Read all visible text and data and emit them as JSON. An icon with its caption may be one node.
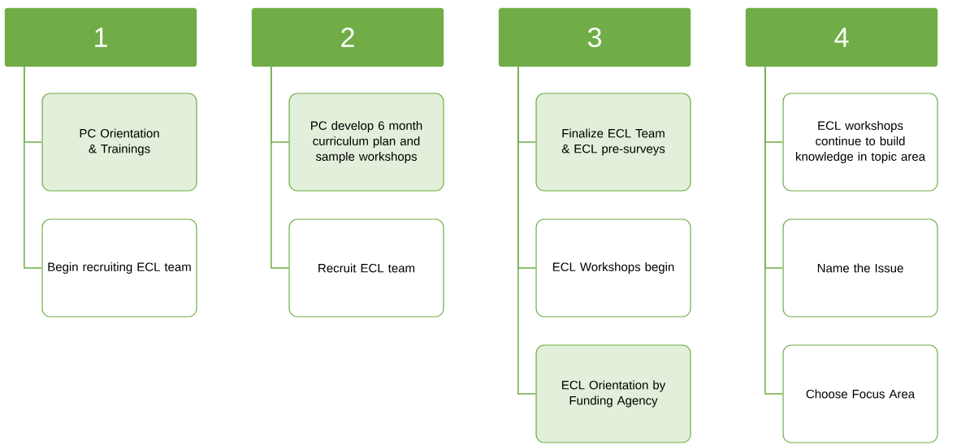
{
  "diagram": {
    "nodes": [
      {
        "text": [
          "1"
        ]
      },
      {
        "text": [
          "PC Orientation & Trainings"
        ]
      },
      {
        "text": [
          "Begin recruiting ECL team"
        ]
      },
      {
        "text": [
          "2"
        ]
      },
      {
        "text": [
          "PC develop 6 month curriculum plan and sample workshops"
        ]
      },
      {
        "text": [
          "Recruit ECL team"
        ]
      },
      {
        "text": [
          "3"
        ]
      },
      {
        "text": [
          "Finalize ECL Team & ECL pre-surveys"
        ]
      },
      {
        "text": [
          "ECL Workshops begin"
        ]
      },
      {
        "text": [
          "ECL Orientation by Funding Agency"
        ]
      },
      {
        "text": [
          "4"
        ]
      },
      {
        "text": [
          "ECL workshops continue to build knowledge in topic area"
        ]
      },
      {
        "text": [
          "Name the Issue"
        ]
      },
      {
        "text": [
          "Choose Focus Area"
        ]
      }
    ],
    "edges": [
      {
        "from": 0,
        "to": 1,
        "arrow": "none"
      },
      {
        "from": 0,
        "to": 2,
        "arrow": "none"
      },
      {
        "from": 3,
        "to": 4,
        "arrow": "none"
      },
      {
        "from": 3,
        "to": 5,
        "arrow": "none"
      },
      {
        "from": 6,
        "to": 7,
        "arrow": "none"
      },
      {
        "from": 6,
        "to": 8,
        "arrow": "none"
      },
      {
        "from": 6,
        "to": 9,
        "arrow": "none"
      },
      {
        "from": 10,
        "to": 11,
        "arrow": "none"
      },
      {
        "from": 10,
        "to": 12,
        "arrow": "none"
      },
      {
        "from": 10,
        "to": 13,
        "arrow": "none"
      }
    ]
  }
}
